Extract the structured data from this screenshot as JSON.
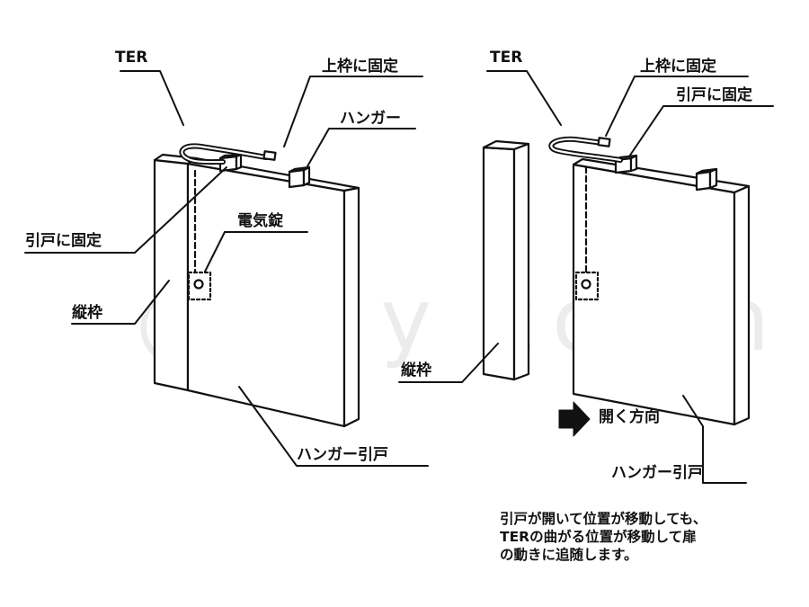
{
  "left_figure": {
    "ter_label": "TER",
    "top_frame_fix_label": "上枠に固定",
    "hanger_label": "ハンガー",
    "door_fix_label": "引戸に固定",
    "electric_lock_label": "電気錠",
    "vertical_frame_label": "縦枠",
    "sliding_door_label": "ハンガー引戸"
  },
  "right_figure": {
    "ter_label": "TER",
    "top_frame_fix_label": "上枠に固定",
    "door_fix_label": "引戸に固定",
    "vertical_frame_label": "縦枠",
    "opening_direction_label": "開く方向",
    "sliding_door_label": "ハンガー引戸"
  },
  "note": {
    "lines": [
      "引戸が開いて位置が移動しても、",
      "TERの曲がる位置が移動して扉",
      "の動きに追随します。"
    ]
  },
  "watermark": {
    "text": "@key town"
  },
  "icons": {
    "direction_arrow": "right-arrow-icon"
  },
  "colors": {
    "line": "#111111",
    "background": "#ffffff",
    "watermark": "#000000"
  }
}
